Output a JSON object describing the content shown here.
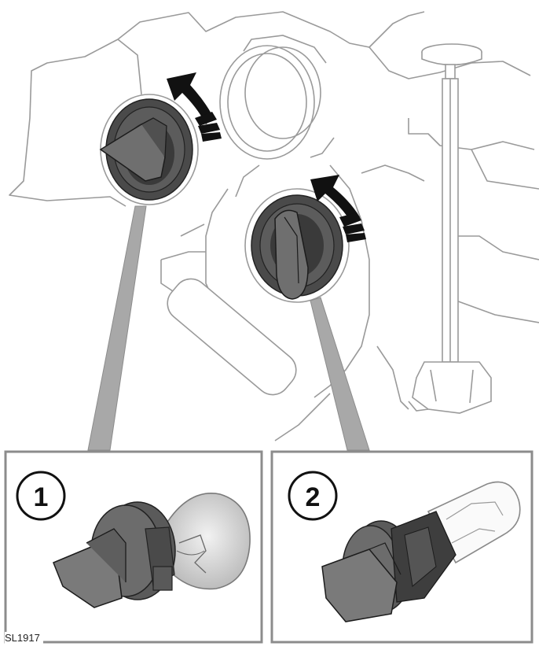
{
  "figure": {
    "reference_code": "SL1917",
    "callouts": [
      {
        "number": "1"
      },
      {
        "number": "2"
      }
    ]
  },
  "colors": {
    "line": "#9a9a9a",
    "dark_part": "#4a4a4a",
    "darker_part": "#2e2e2e",
    "arrow": "#111111",
    "panel_border": "#8c8c8c",
    "leader_fill": "#a8a8a8"
  }
}
